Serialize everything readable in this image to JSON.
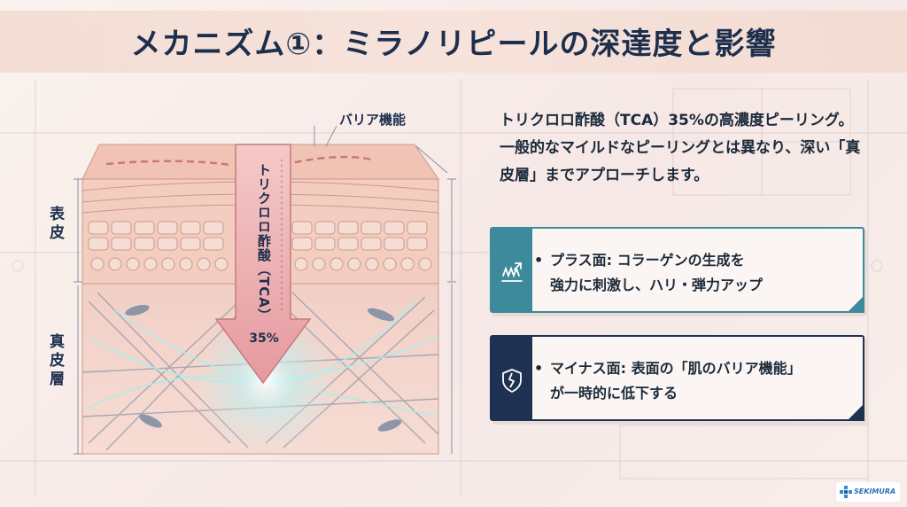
{
  "title": "メカニズム①：ミラノリピールの深達度と影響",
  "diagram": {
    "barrier_label": "バリア機能",
    "epidermis_label": "表皮",
    "dermis_label": "真皮層",
    "arrow_label": "トリクロロ酢酸（TCA）",
    "arrow_percent": "35%"
  },
  "intro_text": "トリクロロ酢酸（TCA）35%の高濃度ピーリング。 一般的なマイルドなピーリングとは異なり、深い「真皮層」までアプローチします。",
  "cards": [
    {
      "icon": "collagen-spring-icon",
      "line1": "プラス面: コラーゲンの生成を",
      "line2": "強力に刺激し、ハリ・弾力アップ",
      "color": "#3d8a9c"
    },
    {
      "icon": "cracked-shield-icon",
      "line1": "マイナス面: 表面の「肌のバリア機能」",
      "line2": "が一時的に低下する",
      "color": "#1f3152"
    }
  ],
  "logo": {
    "text": "SEKIMURA"
  },
  "colors": {
    "navy": "#1d2f4d",
    "teal": "#3d8a9c",
    "arrow_pink": "#e9a8a8"
  }
}
